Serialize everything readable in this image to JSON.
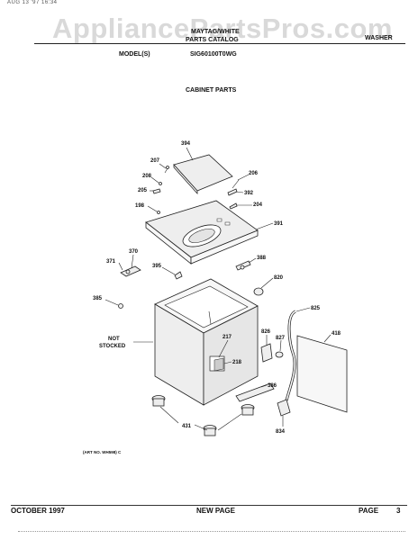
{
  "header": {
    "fax_line": "AUG 13 '97 16:34",
    "watermark": "AppliancePartsPros.com",
    "brand": "MAYTAG/WHITE",
    "catalog": "PARTS CATALOG",
    "appliance": "WASHER",
    "model_label": "MODEL(S)",
    "model_value": "SIG60100T0WG",
    "section_title": "CABINET PARTS"
  },
  "diagram": {
    "callouts": [
      "394",
      "207",
      "208",
      "205",
      "198",
      "206",
      "392",
      "204",
      "391",
      "370",
      "371",
      "395",
      "388",
      "820",
      "385",
      "825",
      "826",
      "827",
      "418",
      "217",
      "218",
      "386",
      "431",
      "834"
    ],
    "not_stocked": [
      "NOT",
      "STOCKED"
    ],
    "art_no": "(ART NO. WH598) C"
  },
  "footer": {
    "date": "OCTOBER 1997",
    "status": "NEW PAGE",
    "page_label": "PAGE",
    "page_number": "3"
  }
}
